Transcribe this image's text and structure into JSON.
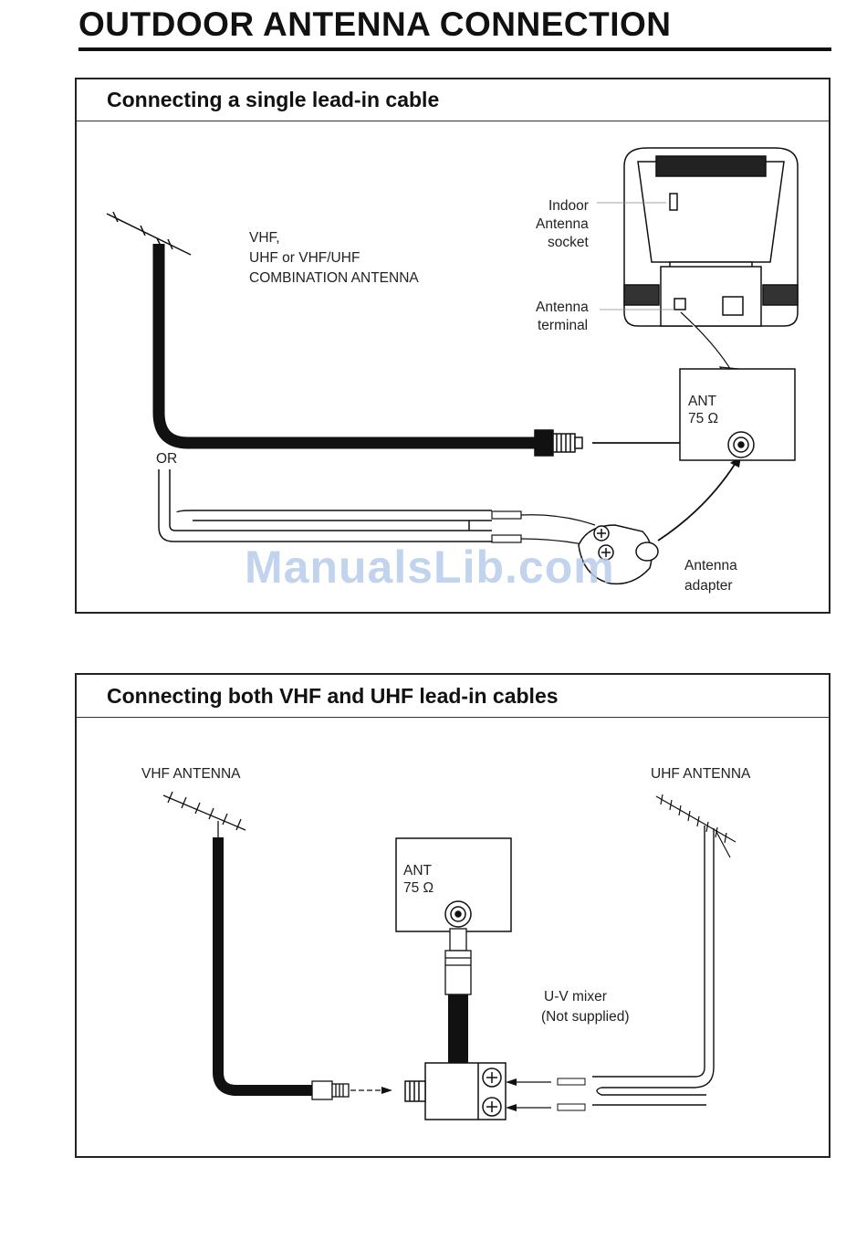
{
  "page": {
    "title": "OUTDOOR ANTENNA CONNECTION"
  },
  "section1": {
    "heading": "Connecting a single lead-in cable",
    "antenna_label": [
      "VHF,",
      "UHF or VHF/UHF",
      "COMBINATION ANTENNA"
    ],
    "indoor_label": [
      "Indoor",
      "Antenna",
      "socket"
    ],
    "terminal_label": [
      "Antenna",
      "terminal"
    ],
    "ant_label": "ANT",
    "ohm_label": "75 Ω",
    "or_label": "OR",
    "adapter_label": [
      "Antenna",
      "adapter"
    ]
  },
  "section2": {
    "heading": "Connecting both VHF and UHF lead-in cables",
    "vhf_label": "VHF ANTENNA",
    "uhf_label": "UHF ANTENNA",
    "ant_label": "ANT",
    "ohm_label": "75 Ω",
    "mixer_label": [
      "U-V mixer",
      "(Not supplied)"
    ]
  },
  "watermark": "ManualsLib.com"
}
